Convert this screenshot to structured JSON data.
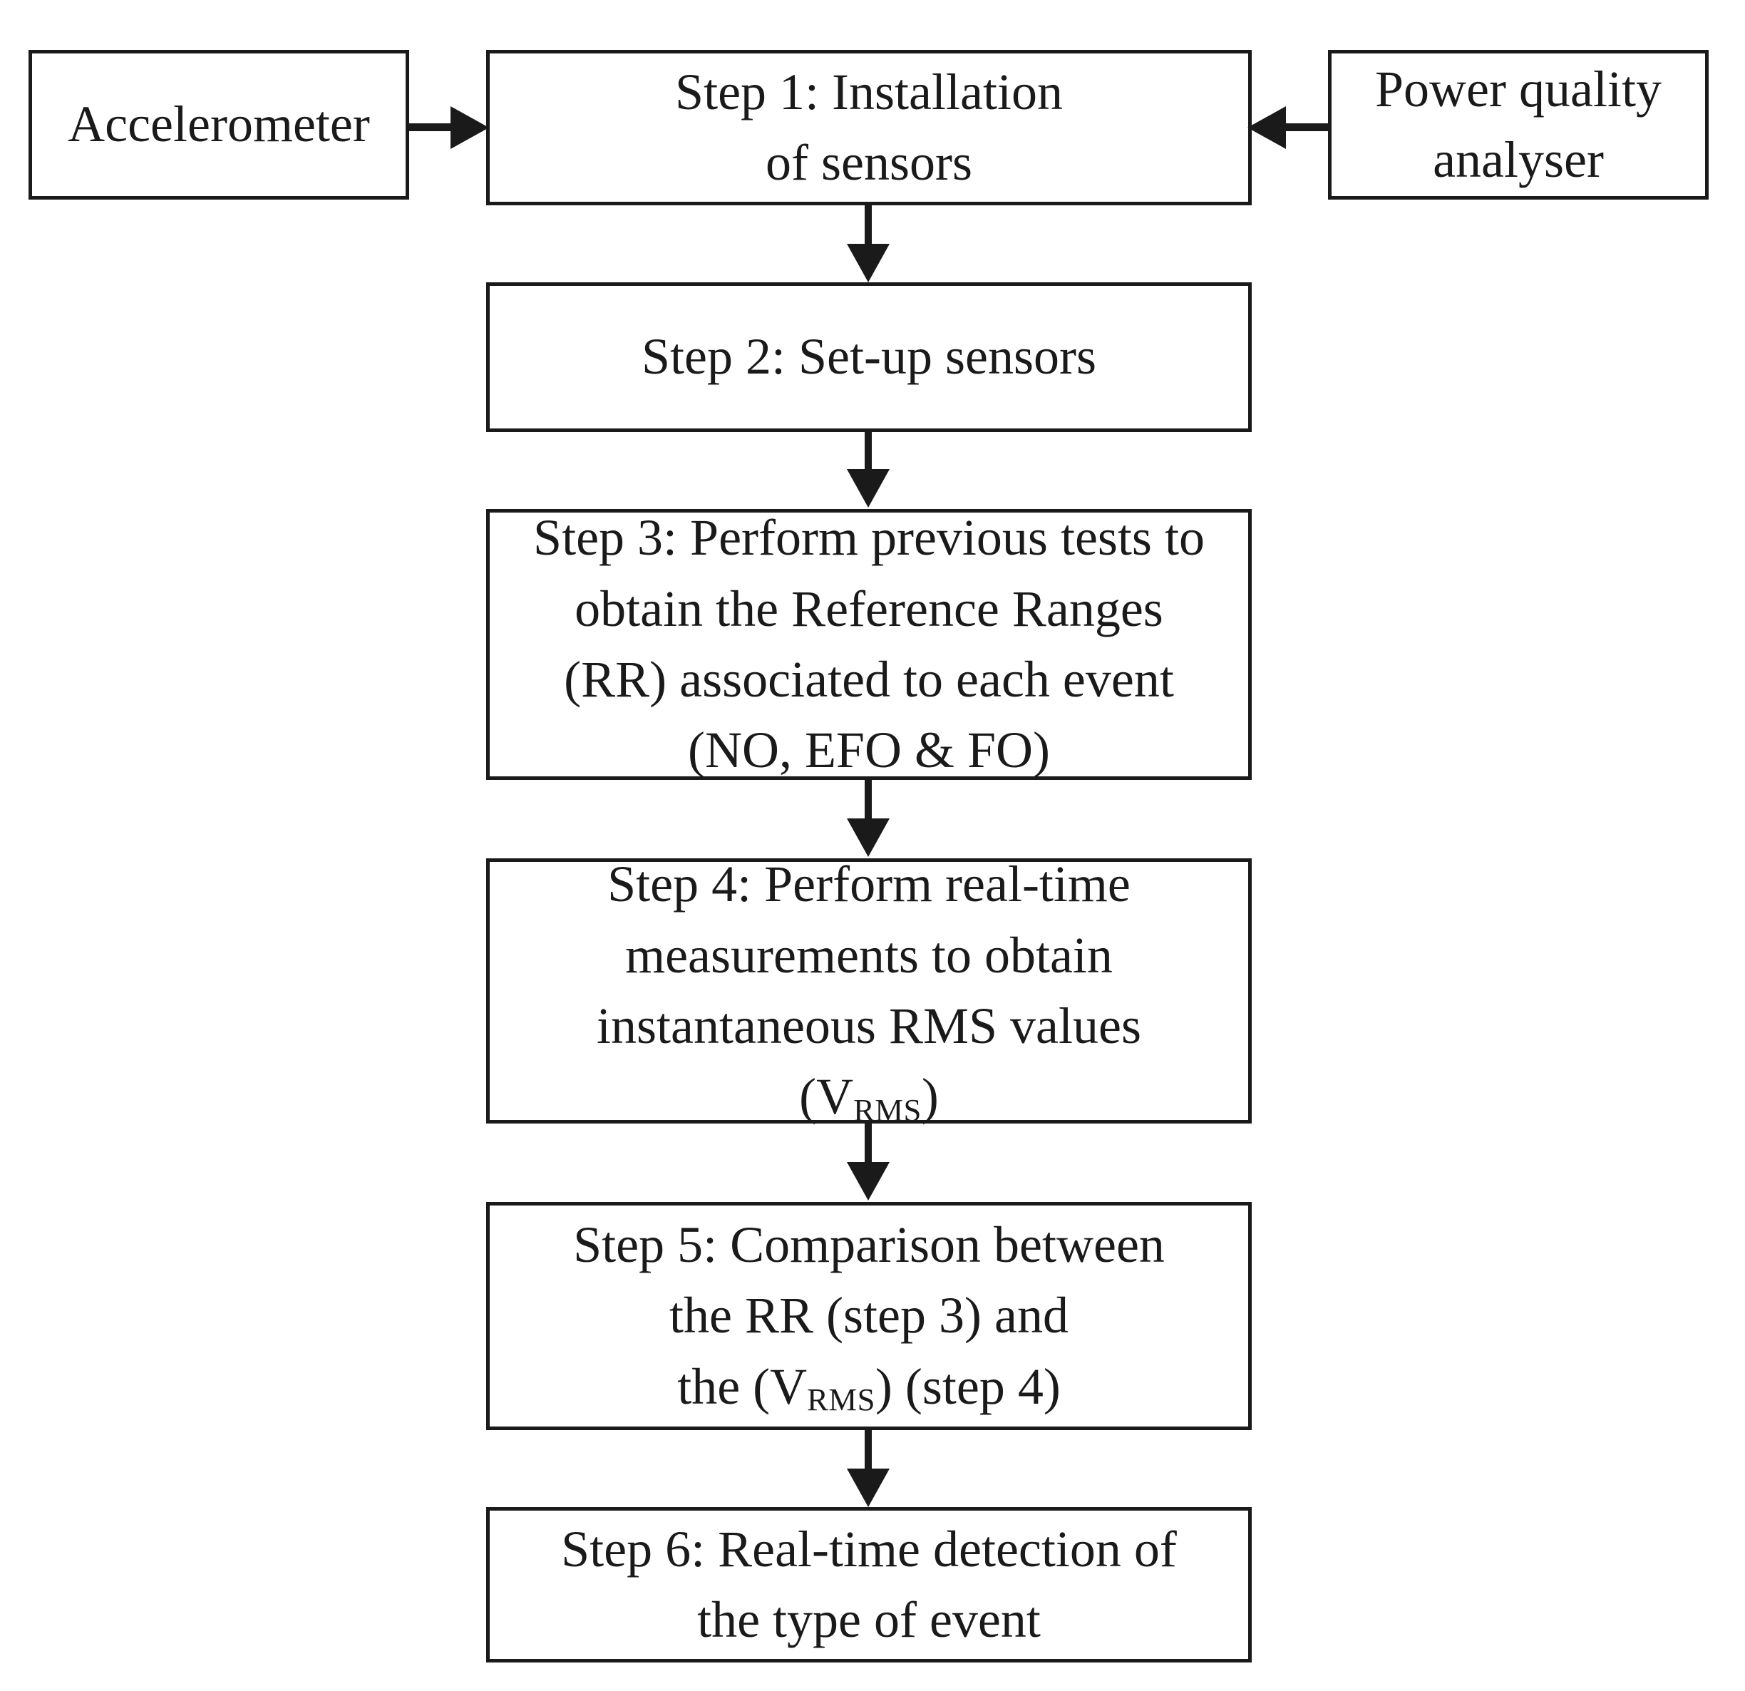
{
  "diagram": {
    "title": "Flowchart of the real-time event detection methodology",
    "type": "flowchart",
    "orientation": "top-to-bottom",
    "colors": {
      "background": "#ffffff",
      "stroke": "#1a1a1a",
      "text": "#1a1a1a",
      "fill": "#ffffff"
    },
    "nodes": [
      {
        "id": "accelerometer",
        "shape": "rectangle",
        "lines": [
          "Accelerometer"
        ]
      },
      {
        "id": "power-quality-analyser",
        "shape": "rectangle",
        "lines": [
          "Power quality",
          "analyser"
        ]
      },
      {
        "id": "step1",
        "shape": "rectangle",
        "lines": [
          "Step 1: Installation",
          "of sensors"
        ]
      },
      {
        "id": "step2",
        "shape": "rectangle",
        "lines": [
          "Step 2: Set-up sensors"
        ]
      },
      {
        "id": "step3",
        "shape": "rectangle",
        "lines": [
          "Step 3: Perform previous tests to",
          "obtain the Reference Ranges",
          "(RR) associated to each event",
          "(NO, EFO & FO)"
        ]
      },
      {
        "id": "step4",
        "shape": "rectangle",
        "lines": [
          "Step 4: Perform real-time",
          "measurements to obtain",
          "instantaneous RMS values",
          "(V",
          "RMS",
          ")"
        ],
        "line4_prefix": "(V",
        "line4_sub": "RMS",
        "line4_suffix": ")"
      },
      {
        "id": "step5",
        "shape": "rectangle",
        "lines": [
          "Step 5: Comparison between",
          "the RR (step 3) and",
          "the (V",
          "RMS",
          ") (step 4)"
        ],
        "line3_prefix": "the (V",
        "line3_sub": "RMS",
        "line3_suffix": ") (step 4)"
      },
      {
        "id": "step6",
        "shape": "rectangle",
        "lines": [
          "Step 6: Real-time detection of",
          "the type of event"
        ]
      }
    ],
    "edges": [
      {
        "id": "e-acc-step1",
        "from": "accelerometer",
        "to": "step1",
        "direction": "right",
        "style": "solid-arrow"
      },
      {
        "id": "e-pqa-step1",
        "from": "power-quality-analyser",
        "to": "step1",
        "direction": "left",
        "style": "solid-arrow"
      },
      {
        "id": "e-step1-step2",
        "from": "step1",
        "to": "step2",
        "direction": "down",
        "style": "solid-arrow"
      },
      {
        "id": "e-step2-step3",
        "from": "step2",
        "to": "step3",
        "direction": "down",
        "style": "solid-arrow"
      },
      {
        "id": "e-step3-step4",
        "from": "step3",
        "to": "step4",
        "direction": "down",
        "style": "solid-arrow"
      },
      {
        "id": "e-step4-step5",
        "from": "step4",
        "to": "step5",
        "direction": "down",
        "style": "solid-arrow"
      },
      {
        "id": "e-step5-step6",
        "from": "step5",
        "to": "step6",
        "direction": "down",
        "style": "solid-arrow"
      }
    ]
  },
  "text": {
    "accelerometer": "Accelerometer",
    "pqa_line1": "Power quality",
    "pqa_line2": "analyser",
    "step1_line1": "Step 1: Installation",
    "step1_line2": "of sensors",
    "step2_line1": "Step 2: Set-up sensors",
    "step3_line1": "Step 3: Perform previous tests to",
    "step3_line2": "obtain the Reference Ranges",
    "step3_line3": "(RR) associated to each event",
    "step3_line4": "(NO, EFO & FO)",
    "step4_line1": "Step 4: Perform real-time",
    "step4_line2": "measurements to obtain",
    "step4_line3": "instantaneous RMS values",
    "step4_line4_prefix": "(V",
    "step4_line4_sub": "RMS",
    "step4_line4_suffix": ")",
    "step5_line1": "Step 5: Comparison between",
    "step5_line2": "the RR (step 3) and",
    "step5_line3_prefix": "the (V",
    "step5_line3_sub": "RMS",
    "step5_line3_suffix": ") (step 4)",
    "step6_line1": "Step 6: Real-time detection of",
    "step6_line2": "the type of event"
  }
}
